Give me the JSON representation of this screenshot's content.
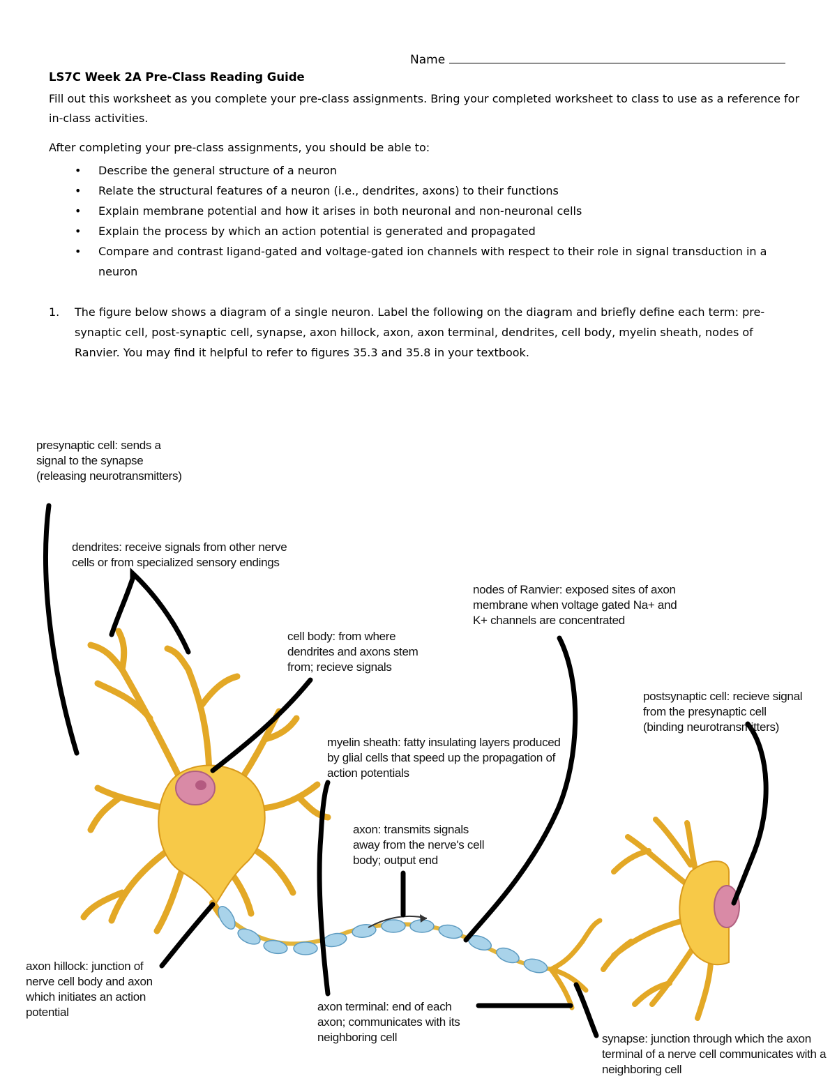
{
  "header": {
    "name_label": "Name",
    "title": "LS7C Week 2A Pre-Class Reading Guide",
    "intro": "Fill out this worksheet as you complete your pre-class assignments. Bring your completed worksheet to class to use as a reference for in-class activities."
  },
  "objectives": {
    "lead": "After completing your pre-class assignments, you should be able to:",
    "items": [
      "Describe the general structure of a neuron",
      "Relate the structural features of a neuron (i.e., dendrites, axons) to their functions",
      "Explain membrane potential and how it arises in both neuronal and non-neuronal cells",
      "Explain the process by which an action potential is generated and propagated",
      "Compare and contrast ligand-gated and voltage-gated ion channels with respect to their role in signal transduction in a neuron"
    ]
  },
  "question1": {
    "number": "1.",
    "text": "The figure below shows a diagram of a single neuron. Label the following on the diagram and briefly define each term: pre-synaptic cell, post-synaptic cell, synapse, axon hillock, axon, axon terminal, dendrites, cell body, myelin sheath, nodes of Ranvier. You may find it helpful to refer to figures 35.3 and 35.8 in your textbook."
  },
  "labels": {
    "presynaptic": "presynaptic cell: sends a signal to the synapse (releasing neurotransmitters)",
    "dendrites": "dendrites: receive signals from other nerve cells or from specialized sensory endings",
    "cell_body": "cell body: from where dendrites and axons stem from; recieve signals",
    "nodes": "nodes of Ranvier: exposed sites of axon membrane when voltage gated Na+ and K+ channels are concentrated",
    "postsynaptic": "postsynaptic cell: recieve signal from the presynaptic cell (binding neurotransmitters)",
    "myelin": "myelin sheath: fatty insulating layers produced by glial cells that speed up the propagation of action potentials",
    "axon": "axon: transmits signals away from the nerve's cell body; output end",
    "hillock": "axon hillock: junction of nerve cell body and axon which initiates an action potential",
    "terminal": "axon terminal: end of each axon; communicates with its neighboring cell",
    "synapse": "synapse: junction through which the axon terminal of a nerve cell communicates with a neighboring cell"
  },
  "colors": {
    "neuron_fill": "#f7c948",
    "neuron_stroke": "#d99a1c",
    "nucleus": "#d98aa6",
    "myelin": "#a9d3ea",
    "myelin_stroke": "#5c9ac0",
    "pointer": "#000000"
  }
}
